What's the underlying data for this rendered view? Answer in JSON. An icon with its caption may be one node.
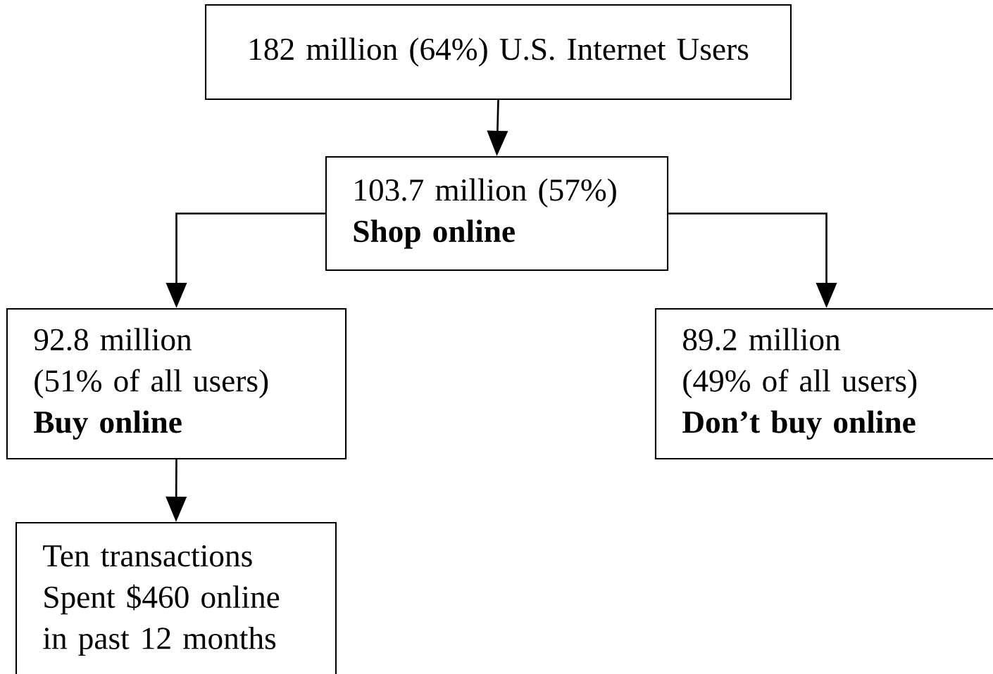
{
  "diagram": {
    "nodes": [
      {
        "text": [
          "182 million (64%) U.S. Internet Users"
        ]
      },
      {
        "text": [
          "103.7 million (57%)",
          "Shop online"
        ]
      },
      {
        "text": [
          "92.8 million",
          "(51% of all users)",
          "Buy online"
        ]
      },
      {
        "text": [
          "89.2 million",
          "(49% of all users)",
          "Don’t buy online"
        ]
      },
      {
        "text": [
          "Ten transactions",
          "Spent $460 online",
          "in past 12 months"
        ]
      }
    ],
    "edges": [
      {
        "from": 0,
        "to": 1,
        "arrow": "to"
      },
      {
        "from": 1,
        "to": 2,
        "arrow": "to"
      },
      {
        "from": 1,
        "to": 3,
        "arrow": "to"
      },
      {
        "from": 2,
        "to": 4,
        "arrow": "to"
      }
    ]
  }
}
